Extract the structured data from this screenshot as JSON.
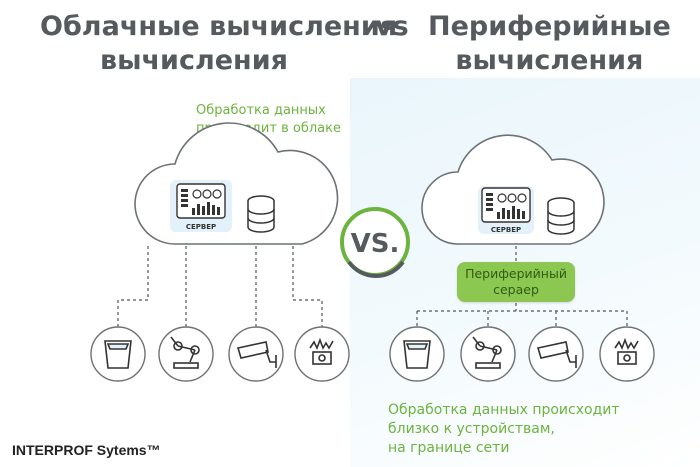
{
  "titles": {
    "left_line1": "Облачные вычисления",
    "left_line2": "вычисления",
    "vs": "vs",
    "right_line1": "Периферийные",
    "right_line2": "вычисления"
  },
  "cloud_caption": {
    "line1": "Обработка данных",
    "line2": "происходит  в облаке"
  },
  "server_label": "СЕРВЕР",
  "vs_badge": "VS.",
  "edge_server": {
    "line1": "Периферийный",
    "line2": "сераер"
  },
  "edge_caption": {
    "line1": "Обработка данных происходит",
    "line2": "близко к устройствам,",
    "line3": "на границе сети"
  },
  "brand": "INTERPROF Sytems™",
  "colors": {
    "accent_green": "#6cb33f",
    "edge_server_green": "#8cc751",
    "title_gray": "#555a5f",
    "line_gray": "#555555"
  },
  "device_icons": [
    "trash-bin-icon",
    "robot-arm-icon",
    "security-camera-icon",
    "sensor-chart-icon"
  ]
}
